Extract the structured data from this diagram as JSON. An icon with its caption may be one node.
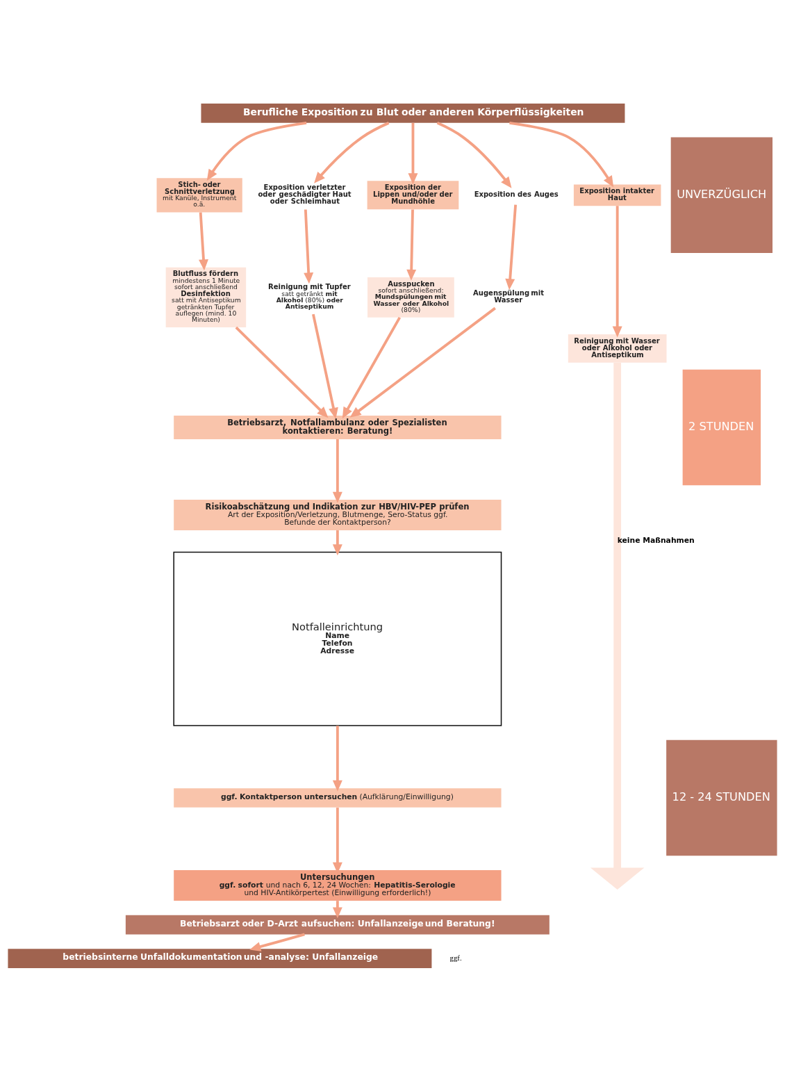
{
  "diagram": {
    "nodes": [
      {
        "text": [
          "Berufliche Exposition zu Blut oder anderen Körperflüssigkeiten"
        ]
      },
      {
        "text": [
          "UNVERZÜGLICH"
        ]
      },
      {
        "text": [
          "Stich- oder Schnittverletzung",
          "mit Kanüle, Instrument o.ä."
        ]
      },
      {
        "text": [
          "Exposition verletzter oder geschädigter Haut oder Schleimhaut"
        ]
      },
      {
        "text": [
          "Exposition der Lippen und/oder der Mundhöhle"
        ]
      },
      {
        "text": [
          "Exposition des Auges"
        ]
      },
      {
        "text": [
          "Exposition intakter Haut"
        ]
      },
      {
        "text": [
          "Blutfluss fördern",
          "mindestens 1 Minute sofort anschließend",
          "Desinfektion",
          "satt mit Antiseptikum getränkten Tupfer auflegen (mind. 10 Minuten)"
        ]
      },
      {
        "text": [
          "Reinigung mit Tupfer",
          "satt getränkt **mit Alkohol** (80%) **oder Antiseptikum**"
        ]
      },
      {
        "text": [
          "Ausspucken",
          "sofort anschließend:",
          "**Mundspülungen mit Wasser oder Alkohol** (80%)"
        ]
      },
      {
        "text": [
          "Augenspülung mit Wasser"
        ]
      },
      {
        "text": [
          "Reinigung mit Wasser oder Alkohol oder Antiseptikum"
        ]
      },
      {
        "text": [
          "2 STUNDEN"
        ]
      },
      {
        "text": [
          "Betriebsarzt, Notfallambulanz oder Spezialisten kontaktieren: Beratung!"
        ]
      },
      {
        "text": [
          "Risikoabschätzung und Indikation zur HBV/HIV-PEP prüfen",
          "Art der Exposition/Verletzung, Blutmenge, Sero-Status ggf. Befunde der Kontaktperson?"
        ]
      },
      {
        "text": [
          "Notfalleinrichtung",
          "Name",
          "Telefon",
          "Adresse"
        ]
      },
      {
        "text": [
          "12 - 24 STUNDEN"
        ]
      },
      {
        "text": [
          "**ggf. Kontaktperson untersuchen** (Aufklärung/Einwilligung)"
        ]
      },
      {
        "text": [
          "Untersuchungen",
          "**ggf. sofort** und nach 6, 12, 24 Wochen: **Hepatitis-Serologie** und HIV-Antikörpertest (Einwilligung erforderlich!)"
        ]
      },
      {
        "text": [
          "Betriebsarzt oder D-Arzt aufsuchen: Unfallanzeige und Beratung!"
        ]
      },
      {
        "text": [
          "betriebsinterne Unfalldokumentation und -analyse: Unfallanzeige"
        ]
      }
    ],
    "edges": [
      {
        "from": 0,
        "to": 2,
        "arrow": "to"
      },
      {
        "from": 0,
        "to": 3,
        "arrow": "to"
      },
      {
        "from": 0,
        "to": 4,
        "arrow": "to"
      },
      {
        "from": 0,
        "to": 5,
        "arrow": "to"
      },
      {
        "from": 0,
        "to": 6,
        "arrow": "to"
      },
      {
        "from": 2,
        "to": 7,
        "arrow": "to"
      },
      {
        "from": 3,
        "to": 8,
        "arrow": "to"
      },
      {
        "from": 4,
        "to": 9,
        "arrow": "to"
      },
      {
        "from": 5,
        "to": 10,
        "arrow": "to"
      },
      {
        "from": 6,
        "to": 11,
        "arrow": "to"
      },
      {
        "from": 7,
        "to": 13,
        "arrow": "to"
      },
      {
        "from": 8,
        "to": 13,
        "arrow": "to"
      },
      {
        "from": 9,
        "to": 13,
        "arrow": "to"
      },
      {
        "from": 10,
        "to": 13,
        "arrow": "to"
      },
      {
        "from": 13,
        "to": 14,
        "arrow": "to"
      },
      {
        "from": 14,
        "to": 15,
        "arrow": "to"
      },
      {
        "from": 15,
        "to": 17,
        "arrow": "to"
      },
      {
        "from": 17,
        "to": 18,
        "arrow": "to"
      },
      {
        "from": 18,
        "to": 19,
        "arrow": "to"
      },
      {
        "from": 19,
        "to": 20,
        "arrow": "to"
      },
      {
        "from": 11,
        "to": null,
        "arrow": "to",
        "label": "keine Maßnahmen",
        "color": "#fde5db",
        "style": "thick"
      }
    ],
    "labels": [
      "ggf."
    ]
  }
}
